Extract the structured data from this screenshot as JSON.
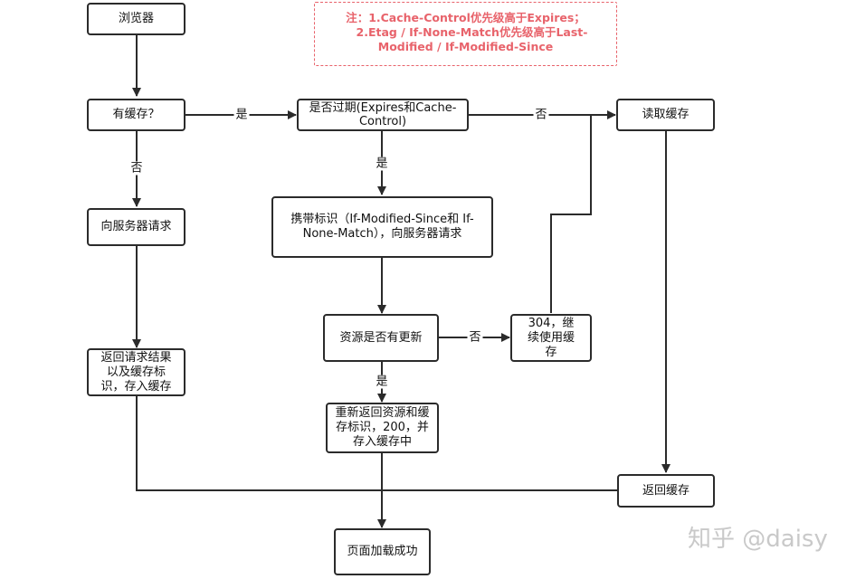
{
  "nodes": {
    "browser": "浏览器",
    "has_cache": "有缓存？",
    "is_expired": "是否过期(Expires和Cache-Control)",
    "read_cache": "读取缓存",
    "request_server": "向服务器请求",
    "conditional_request": "携带标识（If-Modified-Since和 If-None-Match），向服务器请求",
    "resource_updated": "资源是否有更新",
    "use_cache_304": "304，继续使用缓存",
    "return_request_result": "返回请求结果以及缓存标识，存入缓存",
    "return_new_resource": "重新返回资源和缓存标识，200，并存入缓存中",
    "return_cache": "返回缓存",
    "page_loaded": "页面加载成功"
  },
  "edge_labels": {
    "has_cache_yes": "是",
    "has_cache_no": "否",
    "expired_no": "否",
    "expired_yes": "是",
    "updated_no": "否",
    "updated_yes": "是"
  },
  "note": {
    "line1": "注：1.Cache-Control优先级高于Expires；",
    "line2": "2.Etag / If-None-Match优先级高于Last-",
    "line3": "Modified / If-Modified-Since"
  },
  "watermark": "知乎 @daisy",
  "colors": {
    "line": "#2b2b2b",
    "note": "#e8636b",
    "watermark": "#c9c9c9"
  }
}
